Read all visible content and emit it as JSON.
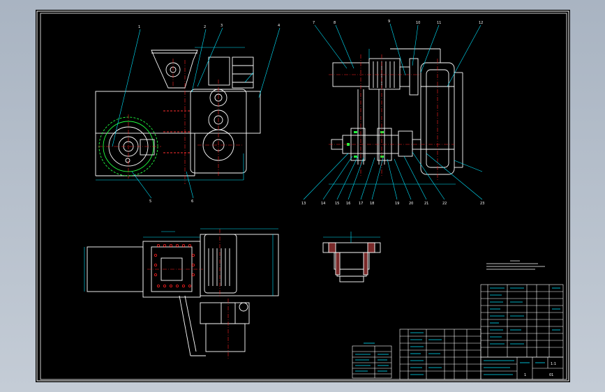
{
  "drawing": {
    "colors": {
      "background": "#000000",
      "frame": "#ffffff",
      "outline": "#ffffff",
      "leader": "#00e5ff",
      "centerline": "#ff2020",
      "dimension": "#00e5ff",
      "hidden": "#ff3030",
      "gear_mesh": "#20ff40",
      "window_bg": "#b8c1cc"
    },
    "title_block": {
      "drawing_no": "01",
      "scale_label": "1:1",
      "sheet_label": "1"
    }
  }
}
